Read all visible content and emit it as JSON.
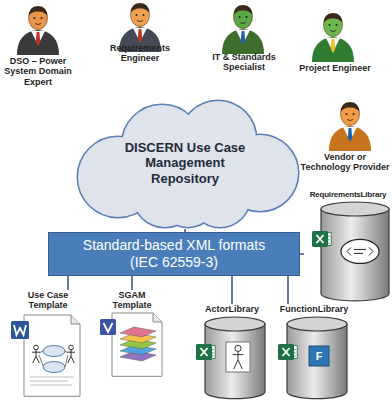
{
  "diagram": {
    "nodes": [
      {
        "text": [
          "DISCERN Use Case Management Repository"
        ]
      },
      {
        "text": [
          "Standard-based XML formats (IEC 62559-3)"
        ]
      },
      {
        "text": [
          "RequirementsLibrary"
        ]
      },
      {
        "text": [
          "Use Case Template"
        ]
      },
      {
        "text": [
          "SGAM Template"
        ]
      },
      {
        "text": [
          "ActorLibrary"
        ]
      },
      {
        "text": [
          "FunctionLibrary",
          "F"
        ]
      }
    ],
    "edges": [
      {
        "from": 0,
        "to": 1,
        "arrow": "none"
      },
      {
        "from": 1,
        "to": 2,
        "arrow": "none"
      },
      {
        "from": 1,
        "to": 3,
        "arrow": "none"
      },
      {
        "from": 1,
        "to": 4,
        "arrow": "none"
      },
      {
        "from": 1,
        "to": 5,
        "arrow": "none"
      },
      {
        "from": 1,
        "to": 6,
        "arrow": "none"
      }
    ],
    "labels": [
      "DSO – Power System Domain Expert",
      "Requirements Engineer",
      "IT & Standards Specialist",
      "Project Engineer",
      "Vendor or Technology Provider"
    ]
  }
}
